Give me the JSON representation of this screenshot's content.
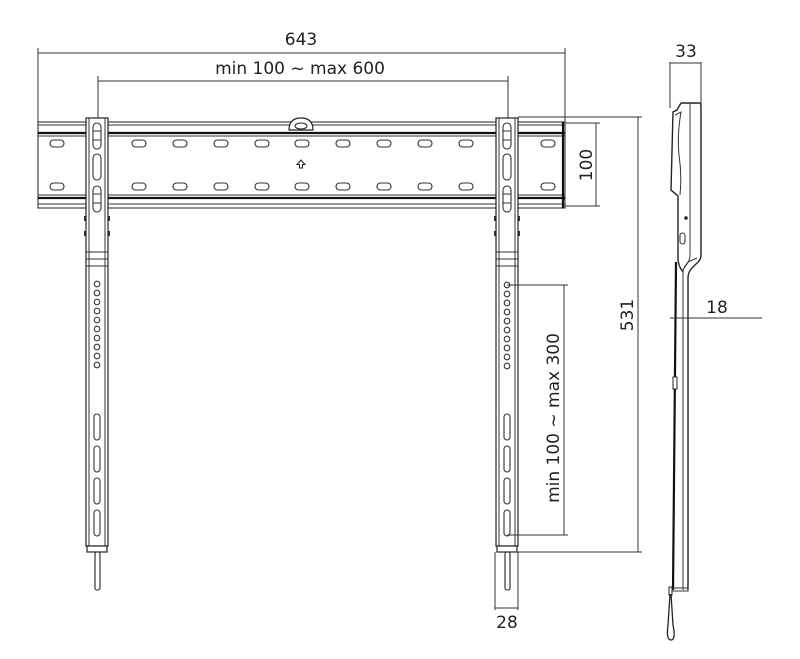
{
  "diagram": {
    "type": "technical-drawing",
    "subject": "fixed TV wall mount bracket",
    "colors": {
      "line": "#222222",
      "background": "#ffffff"
    },
    "front_view": {
      "dimensions": {
        "overall_width": "643",
        "horizontal_spacing": "min 100 ~ max 600",
        "plate_height": "100",
        "overall_height": "531",
        "vertical_spacing": "min 100 ~ max 300",
        "arm_width": "28"
      },
      "plate_slot_columns": 11,
      "arm_hole_count": 10,
      "arm_long_slot_count": 4,
      "center_mark": "up-arrow"
    },
    "side_view": {
      "dimensions": {
        "max_depth": "33",
        "min_depth": "18"
      }
    }
  }
}
